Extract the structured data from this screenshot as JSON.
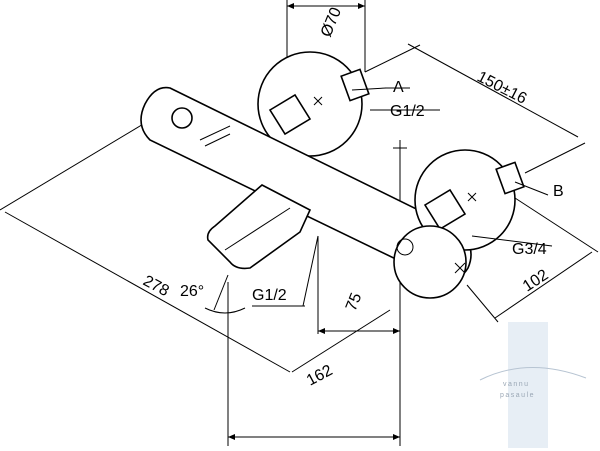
{
  "dimensions": {
    "d70": "Ø70",
    "d150": "150±16",
    "d102": "102",
    "d278": "278",
    "d26": "26°",
    "d75": "75",
    "d162": "162"
  },
  "connections": {
    "a": "A",
    "b": "B",
    "g12_top": "G1/2",
    "g12_bottom": "G1/2",
    "g34": "G3/4"
  },
  "watermark": {
    "line1": "vannu",
    "line2": "pasaule"
  },
  "colors": {
    "line": "#000000",
    "watermark": "#9aa7b5",
    "watermark_bar": "#dfe8f1"
  }
}
